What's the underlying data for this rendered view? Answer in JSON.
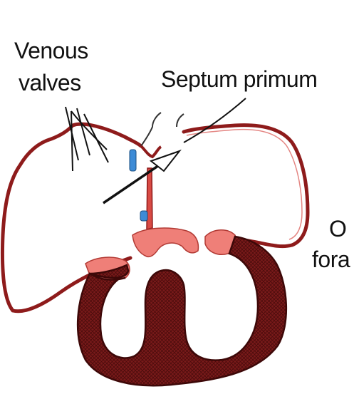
{
  "labels": {
    "venous_line1": "Venous",
    "venous_line2": "valves",
    "septum_primum": "Septum primum",
    "right_line1": "O",
    "right_line2": "fora"
  },
  "colors": {
    "background": "#ffffff",
    "atrial_wall": "#8e1b1b",
    "septum_pink": "#ef7f78",
    "ventricle_wall": "#6e1616",
    "valve_blue": "#3d8bd6",
    "line": "#111111"
  }
}
